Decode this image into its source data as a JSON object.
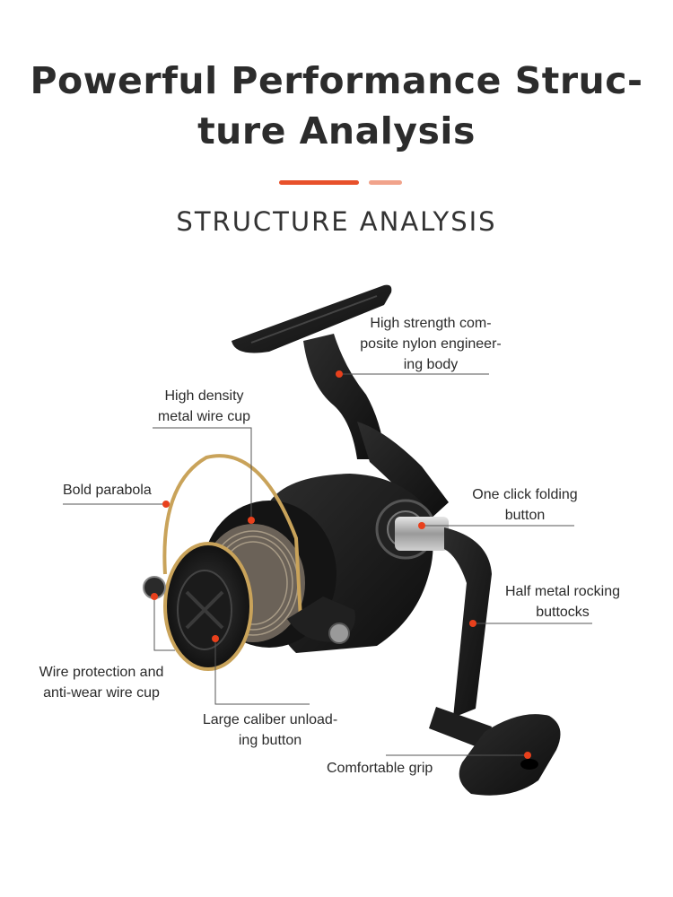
{
  "title": {
    "line1": "Powerful Performance Struc-",
    "line2": "ture Analysis"
  },
  "subtitle": "STRUCTURE ANALYSIS",
  "colors": {
    "accent_primary": "#e8512b",
    "accent_secondary": "#f1a38b",
    "marker": "#e8401c",
    "reel_body": "#1a1a1a",
    "reel_gold": "#c9a35a"
  },
  "labels": {
    "body": [
      "High strength com-",
      "posite nylon engineer-",
      "ing body"
    ],
    "wire_cup": [
      "High density",
      "metal wire cup"
    ],
    "parabola": [
      "Bold parabola"
    ],
    "folding": [
      "One click folding",
      "button"
    ],
    "rocking": [
      "Half metal rocking",
      "buttocks"
    ],
    "protection": [
      "Wire protection and",
      "anti-wear wire cup"
    ],
    "unload": [
      "Large caliber unload-",
      "ing button"
    ],
    "grip": [
      "Comfortable grip"
    ]
  }
}
